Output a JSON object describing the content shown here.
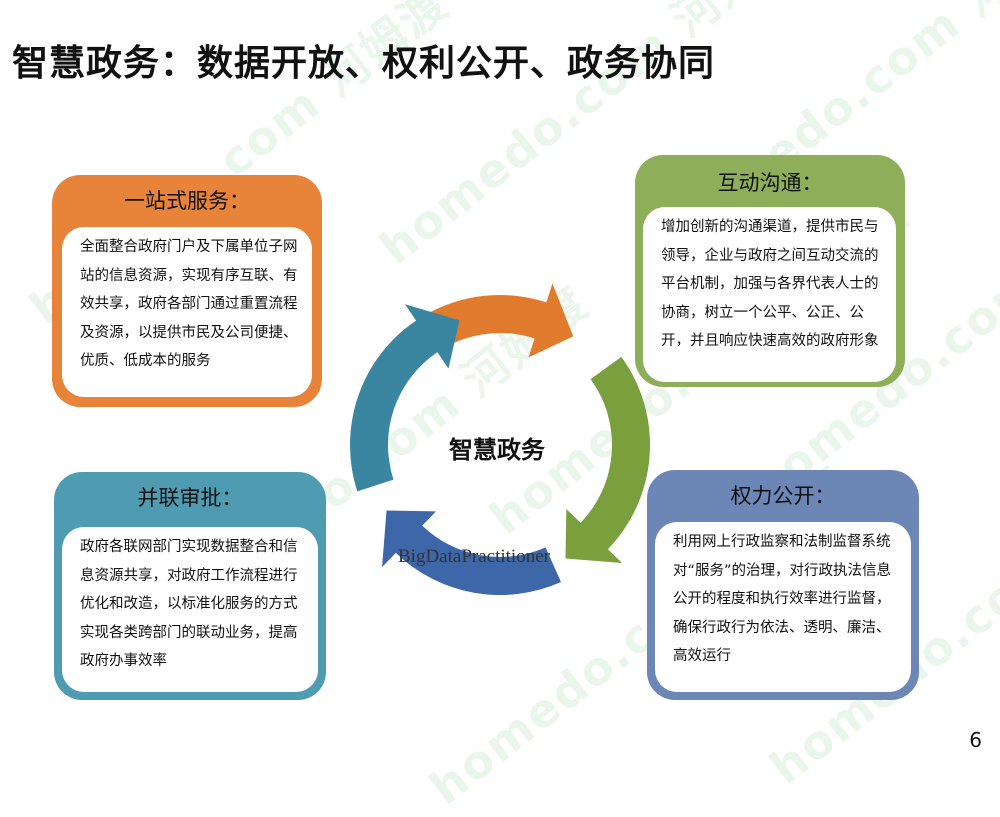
{
  "slide": {
    "title": "智慧政务：数据开放、权利公开、政务协同",
    "page_number": "6",
    "watermark": "homedo.com 河姆渡"
  },
  "cycle": {
    "center_label": "智慧政务",
    "sub_label": "BigDataPractitioner",
    "arrow_colors": [
      "#e07b2e",
      "#7aa03d",
      "#3d67a8",
      "#3a86a0"
    ]
  },
  "cards": {
    "one_stop": {
      "title": "一站式服务：",
      "text": "全面整合政府门户及下属单位子网站的信息资源，实现有序互联、有效共享，政府各部门通过重置流程及资源，以提供市民及公司便捷、优质、低成本的服务",
      "color": "#e8843a"
    },
    "interaction": {
      "title": "互动沟通：",
      "text": "增加创新的沟通渠道，提供市民与领导，企业与政府之间互动交流的平台机制，加强与各界代表人士的协商，树立一个公平、公正、公开，并且响应快速高效的政府形象",
      "color": "#8fae5a"
    },
    "parallel": {
      "title": "并联审批：",
      "text": "政府各联网部门实现数据整合和信息资源共享，对政府工作流程进行优化和改造，以标准化服务的方式实现各类跨部门的联动业务，提高政府办事效率",
      "color": "#4f9bb1"
    },
    "power": {
      "title": "权力公开：",
      "text": "利用网上行政监察和法制监督系统对“服务”的治理，对行政执法信息公开的程度和执行效率进行监督，确保行政行为依法、透明、廉洁、高效运行",
      "color": "#6c86b6"
    }
  }
}
